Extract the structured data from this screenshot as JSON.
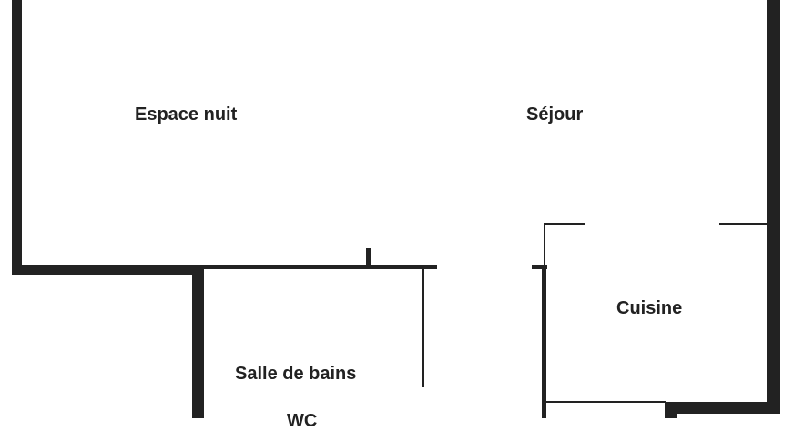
{
  "floor_plan": {
    "rooms": [
      {
        "id": "espace-nuit",
        "label": "Espace nuit"
      },
      {
        "id": "sejour",
        "label": "Séjour"
      },
      {
        "id": "cuisine",
        "label": "Cuisine"
      },
      {
        "id": "salle-de-bains",
        "label": "Salle de bains"
      },
      {
        "id": "wc",
        "label": "WC"
      }
    ]
  },
  "colors": {
    "wall": "#222222",
    "background": "#ffffff",
    "text": "#222222"
  }
}
